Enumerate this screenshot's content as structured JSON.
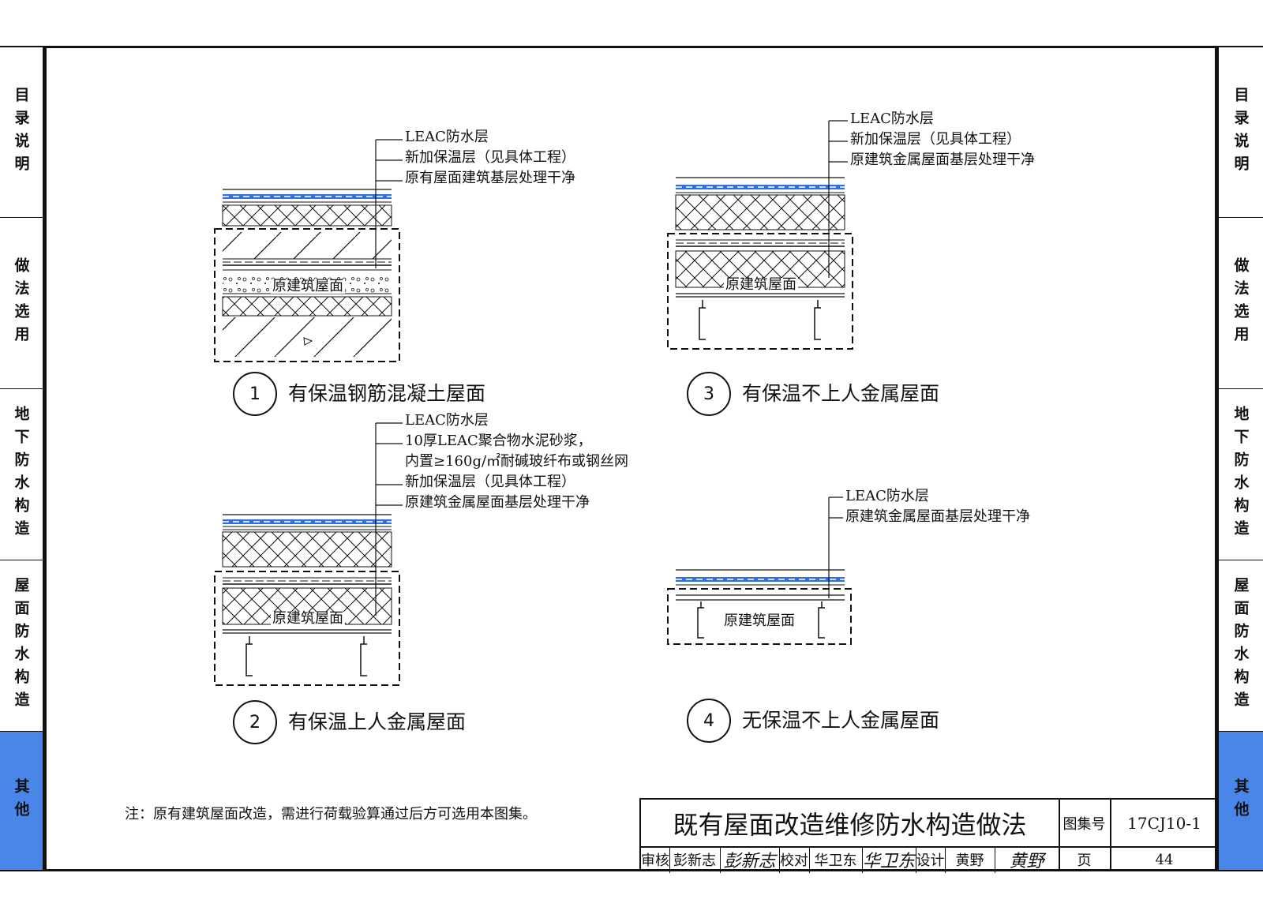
{
  "sidebar": {
    "tabs": [
      {
        "label": "目录说明",
        "active": false
      },
      {
        "label": "做法选用",
        "active": false
      },
      {
        "label": "地下防水构造",
        "active": false
      },
      {
        "label": "屋面防水构造",
        "active": false
      },
      {
        "label": "其他",
        "active": true
      }
    ]
  },
  "details": [
    {
      "number": "1",
      "title": "有保温钢筋混凝土屋面",
      "inner_label": "原建筑屋面",
      "callouts": [
        "LEAC防水层",
        "新加保温层（见具体工程）",
        "原有屋面建筑基层处理干净"
      ]
    },
    {
      "number": "2",
      "title": "有保温上人金属屋面",
      "inner_label": "原建筑屋面",
      "callouts": [
        "LEAC防水层",
        "10厚LEAC聚合物水泥砂浆，",
        "内置≥160g/㎡耐碱玻纤布或钢丝网",
        "新加保温层（见具体工程）",
        "原建筑金属屋面基层处理干净"
      ]
    },
    {
      "number": "3",
      "title": "有保温不上人金属屋面",
      "inner_label": "原建筑屋面",
      "callouts": [
        "LEAC防水层",
        "新加保温层（见具体工程）",
        "原建筑金属屋面基层处理干净"
      ]
    },
    {
      "number": "4",
      "title": "无保温不上人金属屋面",
      "inner_label": "原建筑屋面",
      "callouts": [
        "LEAC防水层",
        "原建筑金属屋面基层处理干净"
      ]
    }
  ],
  "note": "注：原有建筑屋面改造，需进行荷载验算通过后方可选用本图集。",
  "title_block": {
    "drawing_title": "既有屋面改造维修防水构造做法",
    "atlas_no_label": "图集号",
    "atlas_no": "17CJ10-1",
    "page_label": "页",
    "page": "44",
    "review_label": "审核",
    "reviewer": "彭新志",
    "reviewer_sig": "彭新志",
    "check_label": "校对",
    "checker": "华卫东",
    "checker_sig": "华卫东",
    "design_label": "设计",
    "designer": "黄野",
    "designer_sig": "黄野"
  },
  "colors": {
    "accent_tab": "#4a86e8",
    "waterproof_layer": "#2f6fe0"
  }
}
